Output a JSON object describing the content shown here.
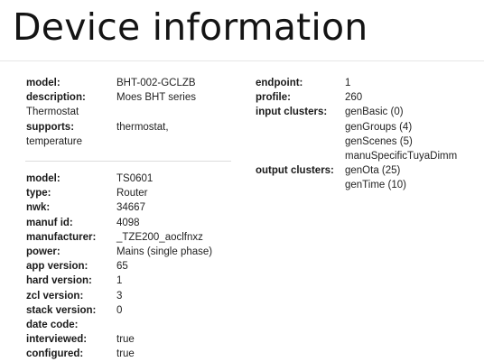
{
  "page": {
    "title": "Device information"
  },
  "endpoint_info": {
    "model_label": "model:",
    "model_value": "BHT-002-GCLZB",
    "description_label": "description:",
    "description_value": "Moes BHT series",
    "description_wrap": "Thermostat",
    "supports_label": "supports:",
    "supports_value": "thermostat,",
    "supports_wrap": "temperature"
  },
  "device": {
    "rows": [
      {
        "label": "model:",
        "value": "TS0601"
      },
      {
        "label": "type:",
        "value": "Router"
      },
      {
        "label": "nwk:",
        "value": "34667"
      },
      {
        "label": "manuf id:",
        "value": "4098"
      },
      {
        "label": "manufacturer:",
        "value": "_TZE200_aoclfnxz"
      },
      {
        "label": "power:",
        "value": "Mains (single phase)"
      },
      {
        "label": "app version:",
        "value": "65"
      },
      {
        "label": "hard version:",
        "value": "1"
      },
      {
        "label": "zcl version:",
        "value": "3"
      },
      {
        "label": "stack version:",
        "value": "0"
      },
      {
        "label": "date code:",
        "value": ""
      },
      {
        "label": "interviewed:",
        "value": "true"
      },
      {
        "label": "configured:",
        "value": "true"
      }
    ]
  },
  "endpoint": {
    "endpoint_label": "endpoint:",
    "endpoint_value": "1",
    "profile_label": "profile:",
    "profile_value": "260",
    "input_clusters_label": "input clusters:",
    "input_clusters": [
      "genBasic (0)",
      "genGroups (4)",
      "genScenes (5)",
      "manuSpecificTuyaDimm"
    ],
    "output_clusters_label": "output clusters:",
    "output_clusters": [
      "genOta (25)",
      "genTime (10)"
    ]
  }
}
